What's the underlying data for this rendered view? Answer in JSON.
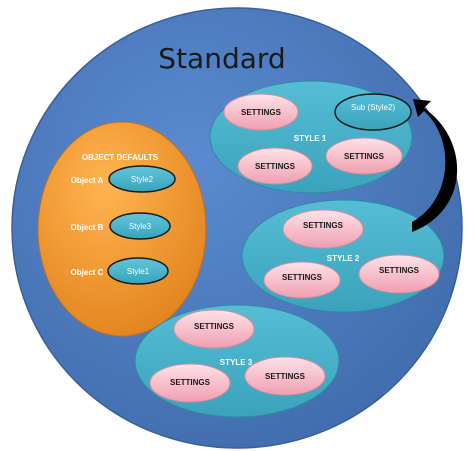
{
  "title": "Standard",
  "object_defaults": {
    "heading": "OBJECT DEFAULTS",
    "items": [
      {
        "label": "Object A",
        "style": "Style2"
      },
      {
        "label": "Object B",
        "style": "Style3"
      },
      {
        "label": "Object C",
        "style": "Style1"
      }
    ]
  },
  "styles": [
    {
      "name": "STYLE 1",
      "settings": [
        "SETTINGS",
        "SETTINGS",
        "SETTINGS"
      ],
      "sub": "Sub (Style2)"
    },
    {
      "name": "STYLE 2",
      "settings": [
        "SETTINGS",
        "SETTINGS",
        "SETTINGS"
      ]
    },
    {
      "name": "STYLE 3",
      "settings": [
        "SETTINGS",
        "SETTINGS",
        "SETTINGS"
      ]
    }
  ],
  "colors": {
    "outer": "#4f7cbf",
    "orange": "#f59a2e",
    "style_bg": "#46b0c8",
    "pill": "#f5b8c4",
    "object_pill": "#4bb3c9",
    "arrow": "#000000"
  }
}
